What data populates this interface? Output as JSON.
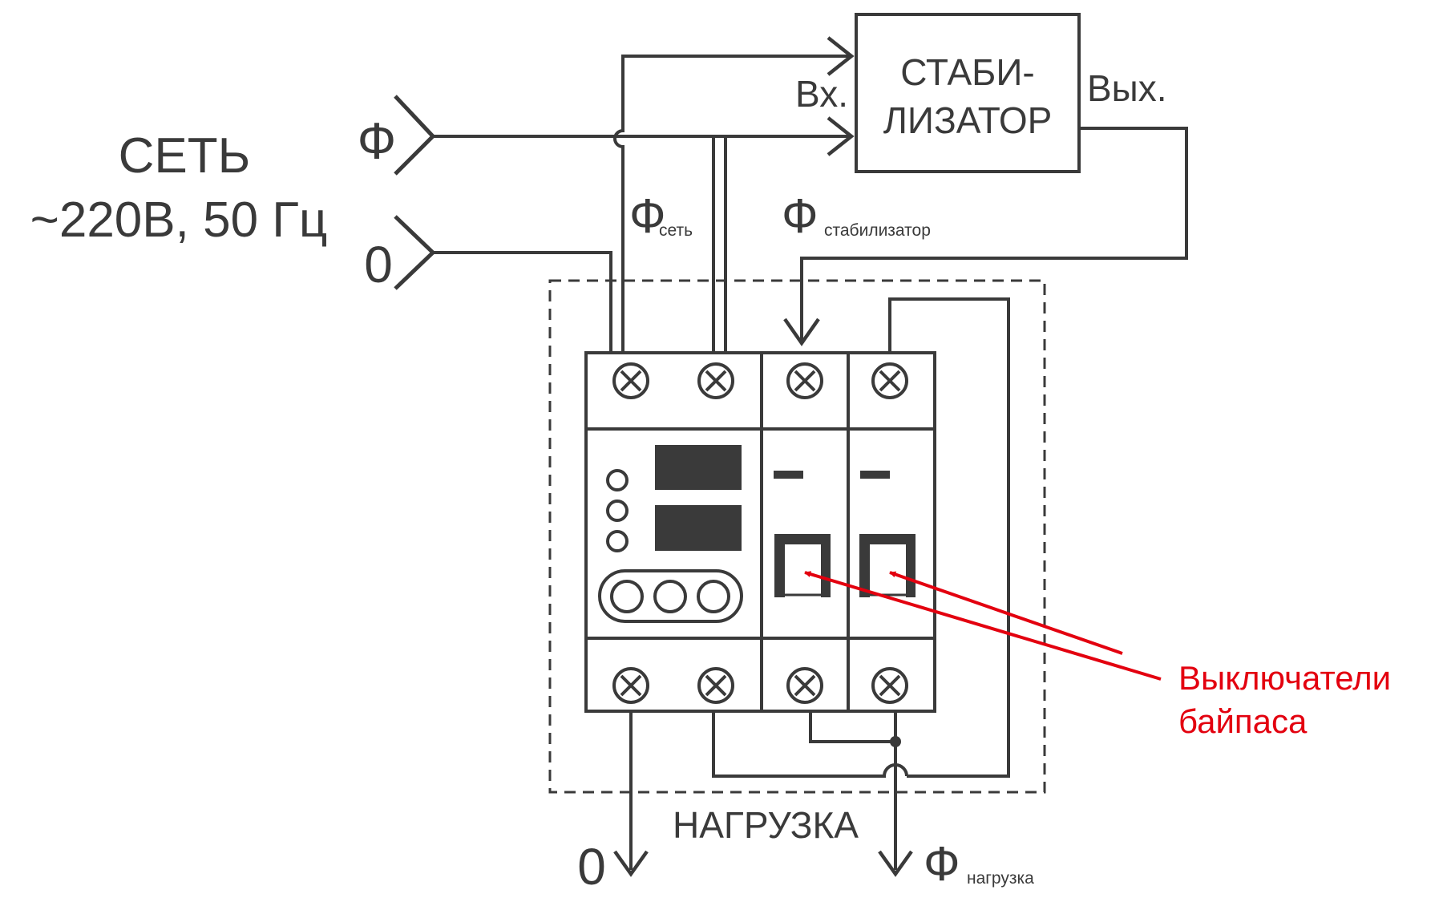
{
  "source": {
    "title_line1": "СЕТЬ",
    "title_line2": "~220В, 50 Гц",
    "phase_label": "Ф",
    "neutral_label": "0"
  },
  "stabilizer": {
    "title_line1": "СТАБИ-",
    "title_line2": "ЛИЗАТОР",
    "input_label": "Вх.",
    "output_label": "Вых."
  },
  "wires": {
    "phase_main_letter": "Ф",
    "phase_main_sub": "сеть",
    "phase_stab_letter": "Ф",
    "phase_stab_sub": "стабилизатор"
  },
  "load": {
    "title": "НАГРУЗКА",
    "neutral_label": "0",
    "phase_letter": "Ф",
    "phase_sub": "нагрузка"
  },
  "annotation": {
    "line1": "Выключатели",
    "line2": "байпаса",
    "color": "#e3000f"
  },
  "colors": {
    "line": "#3a3a3a",
    "display": "#3a3a3a",
    "accent": "#e3000f"
  }
}
